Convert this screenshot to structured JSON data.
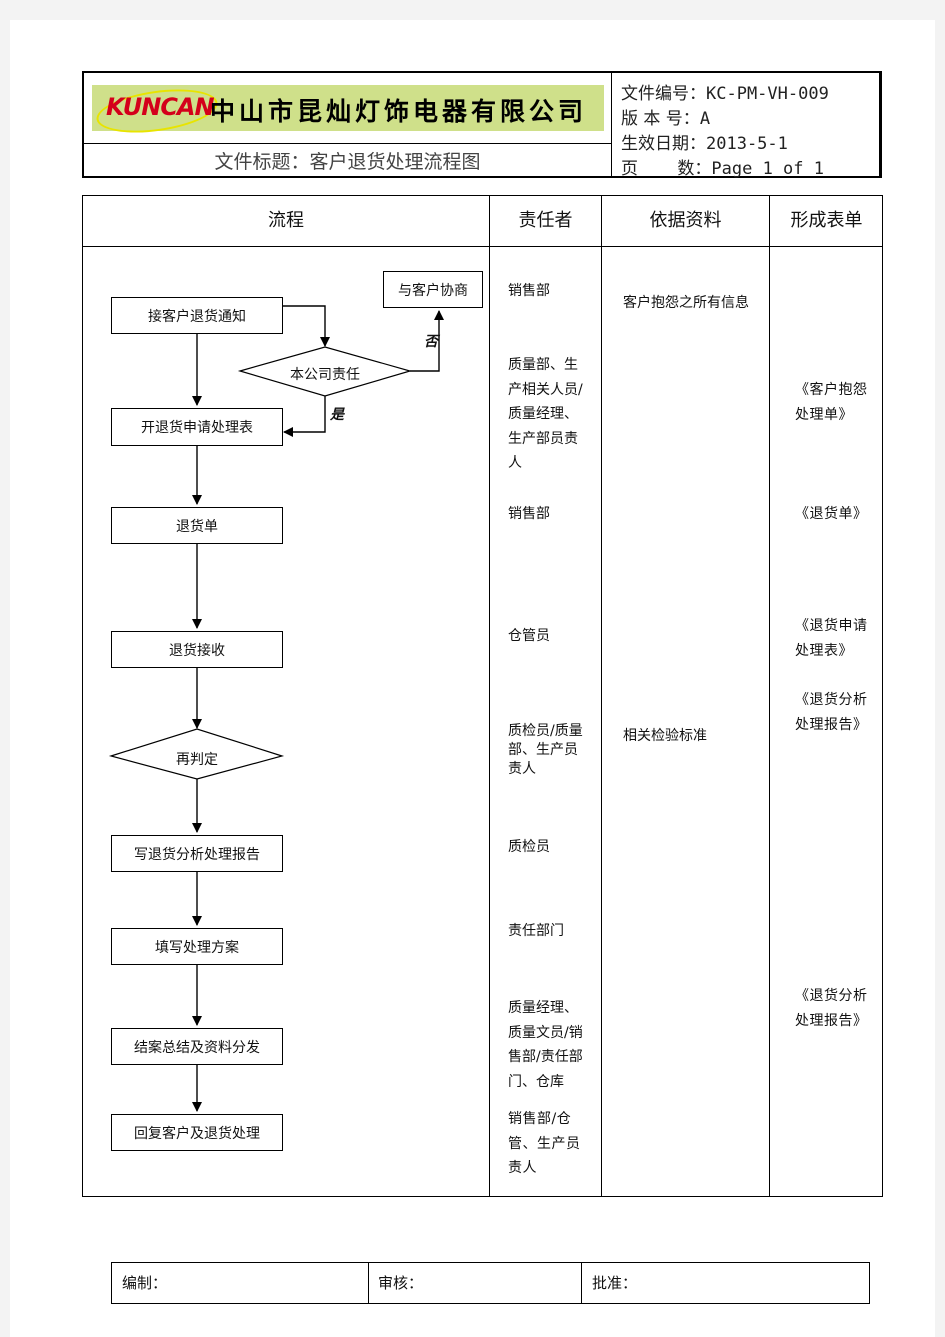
{
  "header": {
    "brand": "KUNCAN",
    "company_name": "中山市昆灿灯饰电器有限公司",
    "title_label": "文件标题：",
    "title_value": "客户退货处理流程图",
    "meta": [
      {
        "label": "文件编号：",
        "value": "KC-PM-VH-009"
      },
      {
        "label": "版 本 号：",
        "value": "A"
      },
      {
        "label": "生效日期：",
        "value": "2013-5-1"
      },
      {
        "label": "页　　 数：",
        "value": "Page 1 of 1"
      }
    ]
  },
  "table": {
    "headers": [
      "流程",
      "责任者",
      "依据资料",
      "形成表单"
    ],
    "responsible": [
      "销售部",
      "质量部、生产相关人员/质量经理、生产部员责人",
      "销售部",
      "仓管员",
      "质检员/质量部、生产员责人",
      "质检员",
      "责任部门",
      "质量经理、质量文员/销售部/责任部门、仓库",
      "销售部/仓管、生产员责人"
    ],
    "reference": [
      "客户抱怨之所有信息",
      "相关检验标准"
    ],
    "forms": [
      "《客户抱怨处理单》",
      "《退货单》",
      "《退货申请处理表》",
      "《退货分析处理报告》",
      "《退货分析处理报告》"
    ]
  },
  "flow": {
    "steps": [
      "接客户退货通知",
      "与客户协商",
      "开退货申请处理表",
      "退货单",
      "退货接收",
      "写退货分析处理报告",
      "填写处理方案",
      "结案总结及资料分发",
      "回复客户及退货处理"
    ],
    "decision1": "本公司责任",
    "decision2": "再判定",
    "yes_label": "是",
    "no_label": "否"
  },
  "footer": [
    "编制：",
    "审核：",
    "批准："
  ],
  "colors": {
    "logo_background": "#cfe08a",
    "brand": "#d4001b"
  }
}
